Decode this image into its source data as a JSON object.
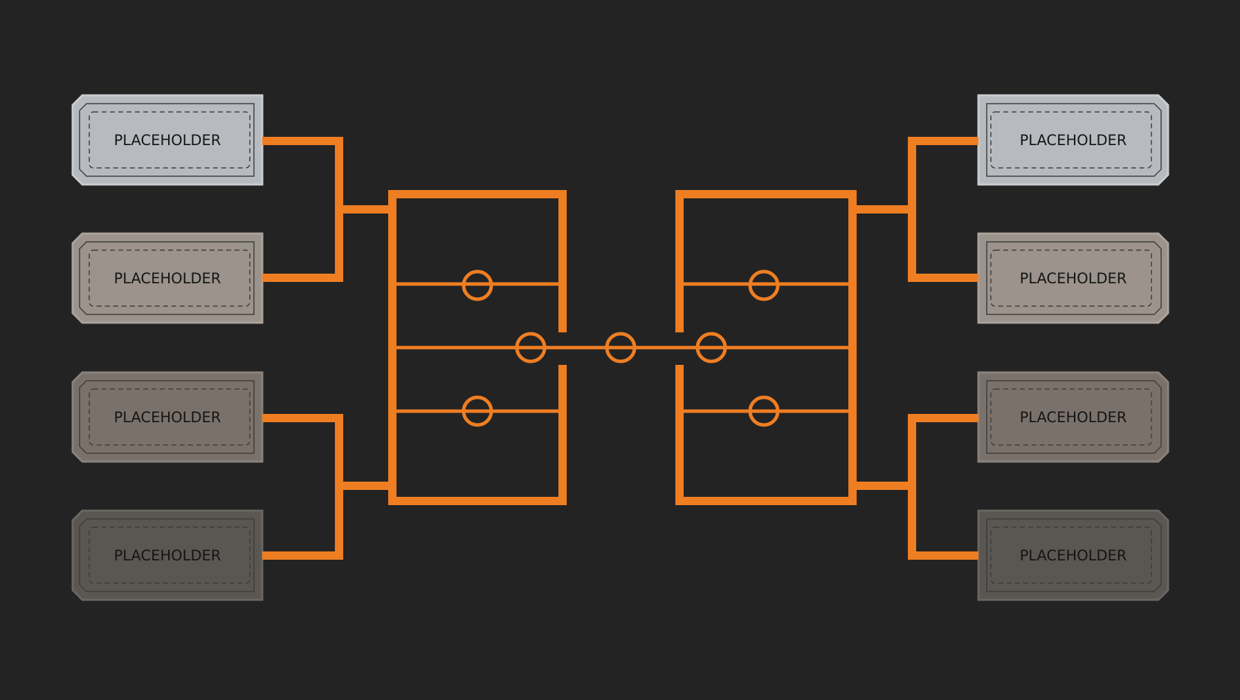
{
  "theme": {
    "background": "#232324",
    "accent": "#ef7e22",
    "label_color": "#151515"
  },
  "slots_left": [
    {
      "label": "PLACEHOLDER",
      "fill": "#b7bbc0",
      "edge": "#c9ccd0"
    },
    {
      "label": "PLACEHOLDER",
      "fill": "#9b938c",
      "edge": "#aba49d"
    },
    {
      "label": "PLACEHOLDER",
      "fill": "#7a716b",
      "edge": "#8a827c"
    },
    {
      "label": "PLACEHOLDER",
      "fill": "#5a5652",
      "edge": "#6a6662"
    }
  ],
  "slots_right": [
    {
      "label": "PLACEHOLDER",
      "fill": "#b7bbc0",
      "edge": "#c9ccd0"
    },
    {
      "label": "PLACEHOLDER",
      "fill": "#9b938c",
      "edge": "#aba49d"
    },
    {
      "label": "PLACEHOLDER",
      "fill": "#7a716b",
      "edge": "#8a827c"
    },
    {
      "label": "PLACEHOLDER",
      "fill": "#5a5652",
      "edge": "#6a6662"
    }
  ]
}
